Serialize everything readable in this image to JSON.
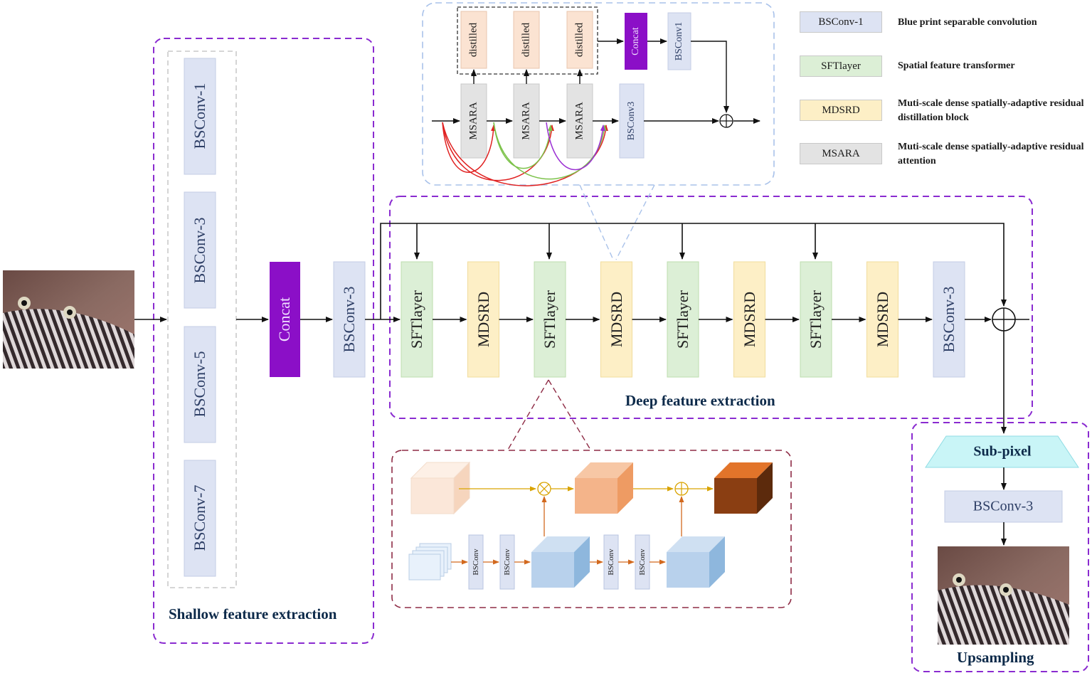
{
  "legend": [
    {
      "name": "BSConv-1",
      "desc": "Blue print separable convolution",
      "color": "#dde3f3"
    },
    {
      "name": "SFTlayer",
      "desc": "Spatial feature transformer",
      "color": "#dcefd6"
    },
    {
      "name": "MDSRD",
      "desc": "Muti-scale dense spatially-adaptive residual distillation block",
      "color": "#fdefc6"
    },
    {
      "name": "MSARA",
      "desc": "Muti-scale dense spatially-adaptive residual attention",
      "color": "#e3e3e3"
    }
  ],
  "shallow": {
    "title": "Shallow feature extraction",
    "convs": [
      "BSConv-1",
      "BSConv-3",
      "BSConv-5",
      "BSConv-7"
    ],
    "concat": "Concat",
    "post_conv": "BSConv-3"
  },
  "deep": {
    "title": "Deep feature extraction",
    "blocks": [
      "SFTlayer",
      "MDSRD",
      "SFTlayer",
      "MDSRD",
      "SFTlayer",
      "MDSRD",
      "SFTlayer",
      "MDSRD",
      "BSConv-3"
    ]
  },
  "mdsrd_detail": {
    "distilled": [
      "distilled",
      "distilled",
      "distilled"
    ],
    "msara": [
      "MSARA",
      "MSARA",
      "MSARA"
    ],
    "concat": "Concat",
    "bsconv1": "BSConv1",
    "bsconv3": "BSConv3"
  },
  "sft_detail": {
    "convs": [
      "BSConv",
      "BSConv",
      "BSConv",
      "BSConv"
    ]
  },
  "upsampling": {
    "title": "Upsampling",
    "subpixel": "Sub-pixel",
    "conv": "BSConv-3"
  },
  "colors": {
    "purple_dashed": "#8a2bd0",
    "concat_fill": "#8b0fc7",
    "bsconv_fill": "#dde3f3",
    "sft_fill": "#dcefd6",
    "mdsrd_fill": "#fdefc6",
    "msara_fill": "#e3e3e3",
    "distilled_fill": "#fbe3d2",
    "subpixel_fill": "#c9f5f7",
    "maroon_dashed": "#8e2b45",
    "light_blue_dashed": "#9fb8e3"
  }
}
